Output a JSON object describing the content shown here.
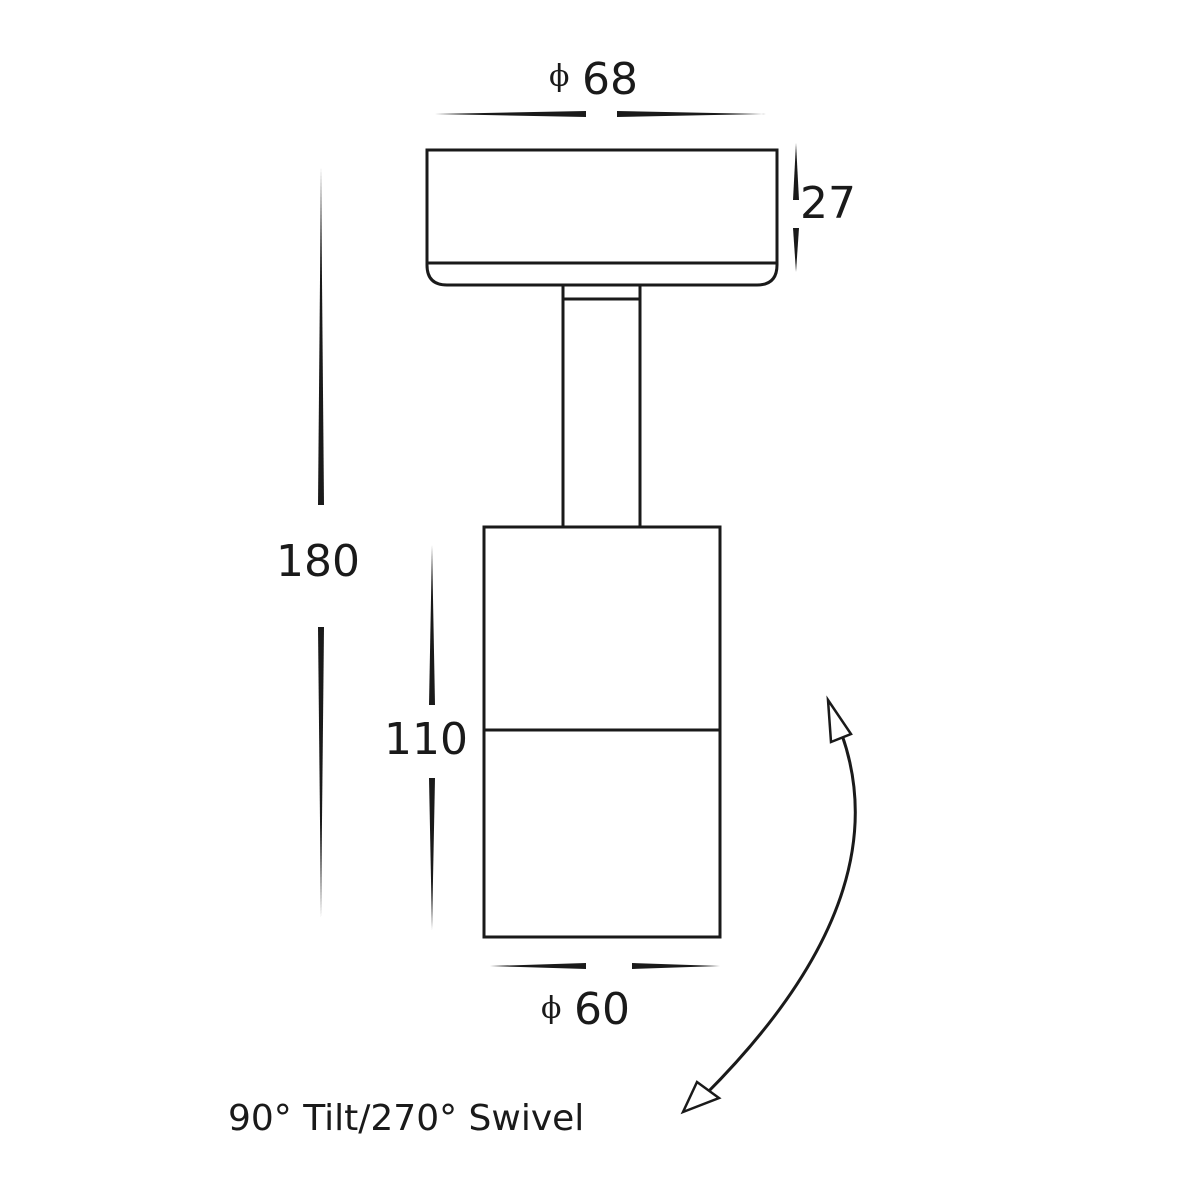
{
  "dimensions": {
    "top_diameter": {
      "symbol": "ϕ",
      "value": "68"
    },
    "canopy_height": "27",
    "overall_height": "180",
    "head_height": "110",
    "head_diameter": {
      "symbol": "ϕ",
      "value": "60"
    }
  },
  "caption": "90° Tilt/270° Swivel",
  "colors": {
    "line": "#1a1a1a",
    "background": "#ffffff"
  }
}
